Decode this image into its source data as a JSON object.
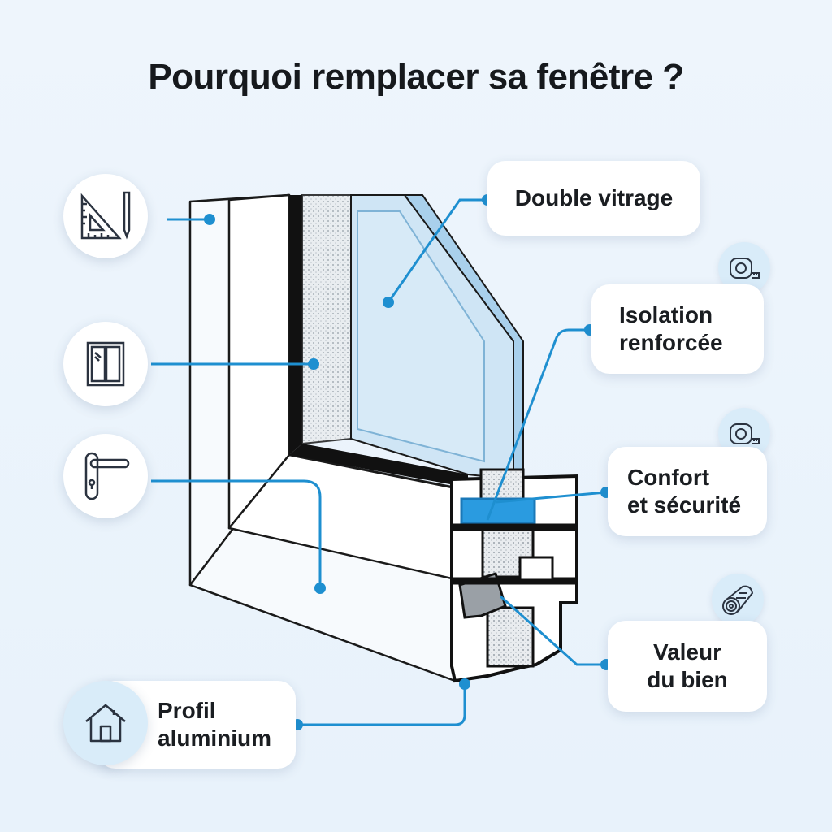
{
  "title": "Pourquoi remplacer sa fenêtre ?",
  "labels": {
    "double_vitrage": "Double vitrage",
    "isolation_l1": "Isolation",
    "isolation_l2": "renforcée",
    "confort_l1": "Confort",
    "confort_l2": "et sécurité",
    "valeur_l1": "Valeur",
    "valeur_l2": "du bien",
    "profil_l1": "Profil",
    "profil_l2": "aluminium"
  },
  "icons": {
    "left": [
      "ruler-pencil-icon",
      "window-icon",
      "door-handle-icon"
    ],
    "right": [
      "tape-measure-icon",
      "tape-measure-icon",
      "wood-log-icon"
    ],
    "bottom": "house-icon"
  },
  "colors": {
    "accent": "#1e8fd0",
    "glass": "#c9e2f4",
    "frame": "#1a1a1a",
    "background": "#eaf3fb"
  }
}
